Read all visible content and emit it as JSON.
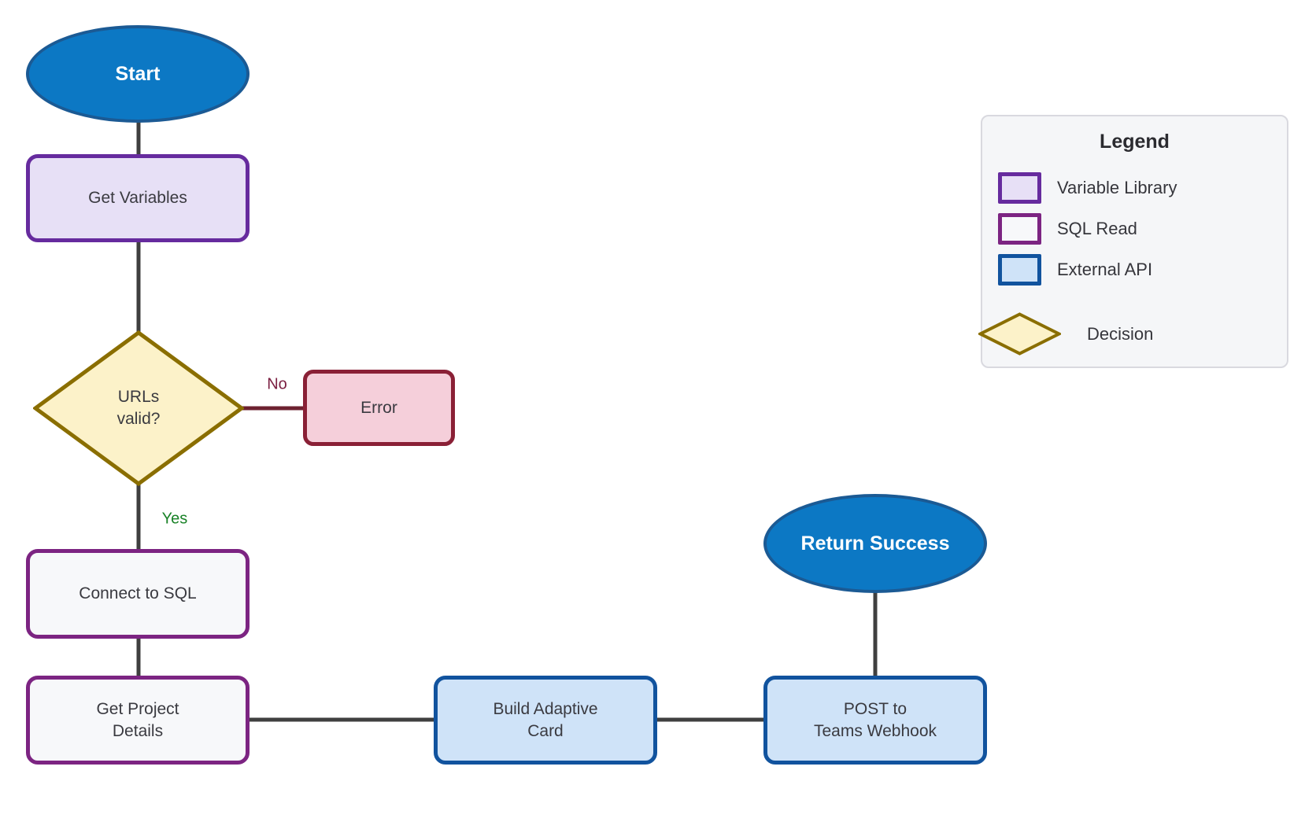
{
  "nodes": {
    "start": {
      "label": "Start",
      "type": "terminal"
    },
    "get_variables": {
      "label": "Get Variables",
      "type": "variable-library"
    },
    "urls_valid": {
      "label": "URLs\nvalid?",
      "type": "decision"
    },
    "error": {
      "label": "Error",
      "type": "error"
    },
    "connect_sql": {
      "label": "Connect to SQL",
      "type": "sql-read"
    },
    "get_project_details": {
      "label": "Get Project\nDetails",
      "type": "sql-read"
    },
    "build_adaptive_card": {
      "label": "Build Adaptive\nCard",
      "type": "external-api"
    },
    "post_teams_webhook": {
      "label": "POST to\nTeams Webhook",
      "type": "external-api"
    },
    "return_success": {
      "label": "Return Success",
      "type": "terminal"
    }
  },
  "edges": {
    "yes_label": "Yes",
    "no_label": "No"
  },
  "legend": {
    "title": "Legend",
    "items": [
      {
        "label": "Variable Library",
        "swatch": "variable-library"
      },
      {
        "label": "SQL Read",
        "swatch": "sql-read"
      },
      {
        "label": "External API",
        "swatch": "external-api"
      },
      {
        "label": "Decision",
        "swatch": "decision"
      }
    ]
  },
  "colors": {
    "terminal_fill": "#0c78c4",
    "terminal_border": "#1b5a94",
    "terminal_text": "#ffffff",
    "variable_fill": "#e7e0f6",
    "variable_border": "#662b9e",
    "sql_fill": "#f7f8fa",
    "sql_border": "#7c2482",
    "api_fill": "#cfe3f8",
    "api_border": "#11539e",
    "decision_fill": "#fcf2c9",
    "decision_border": "#8a6e00",
    "error_fill": "#f5cfda",
    "error_border": "#8a2036",
    "edge": "#3f3f3f",
    "edge_no": "#6d2130",
    "yes_text": "#198227",
    "no_text": "#7c2143",
    "legend_bg": "#f5f6f8",
    "legend_border": "#d9d9df",
    "node_text": "#3a3a40",
    "canvas_bg": "#ffffff"
  }
}
